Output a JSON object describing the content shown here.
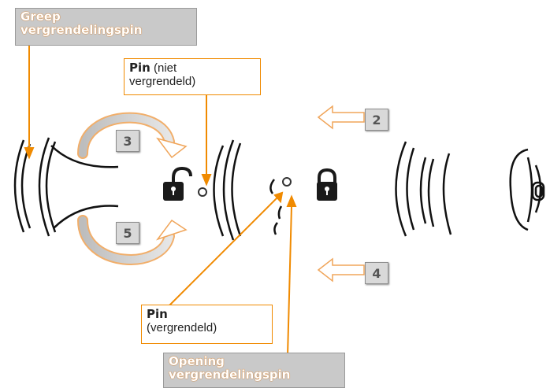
{
  "labels": {
    "grip_pin_line1": "Greep",
    "grip_pin_line2": "vergrendelingspin",
    "pin_unlocked_bold": "Pin",
    "pin_unlocked_rest1": "(niet",
    "pin_unlocked_rest2": "vergrendeld)",
    "pin_locked_bold": "Pin",
    "pin_locked_rest": "(vergrendeld)",
    "opening_line1": "Opening",
    "opening_line2": "vergrendelingspin"
  },
  "steps": [
    "2",
    "3",
    "4",
    "5"
  ],
  "colors": {
    "accent": "#f08a00",
    "callout_gray": "#c9c9c9",
    "step_box": "#d9d9d9",
    "lock": "#1a1a1a"
  },
  "icons": [
    "unlocked-padlock-icon",
    "locked-padlock-icon",
    "curved-arrow-icon",
    "hollow-arrow-icon"
  ]
}
